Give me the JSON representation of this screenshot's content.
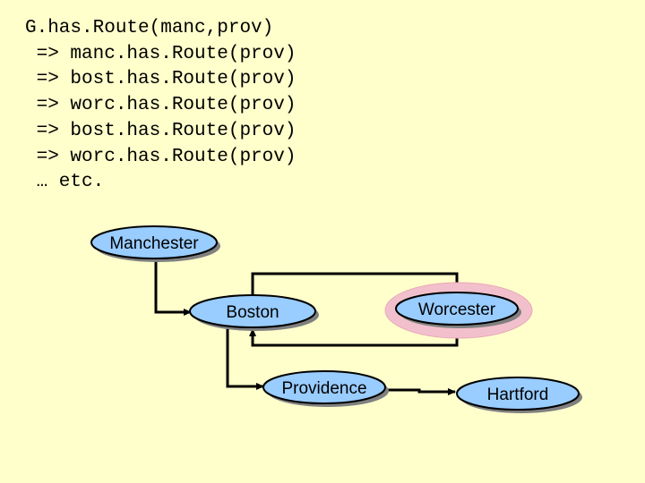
{
  "code_lines": [
    "G.has.Route(manc,prov)",
    " => manc.has.Route(prov)",
    " => bost.has.Route(prov)",
    " => worc.has.Route(prov)",
    " => bost.has.Route(prov)",
    " => worc.has.Route(prov)",
    " … etc."
  ],
  "diagram": {
    "nodes": {
      "manchester": "Manchester",
      "boston": "Boston",
      "worcester": "Worcester",
      "providence": "Providence",
      "hartford": "Hartford"
    },
    "highlighted_node": "worcester",
    "colors": {
      "background": "#ffffcc",
      "node_fill": "#99ccff",
      "node_shadow": "#808080",
      "highlight": "#f2c0cc",
      "edge": "#000000"
    }
  }
}
